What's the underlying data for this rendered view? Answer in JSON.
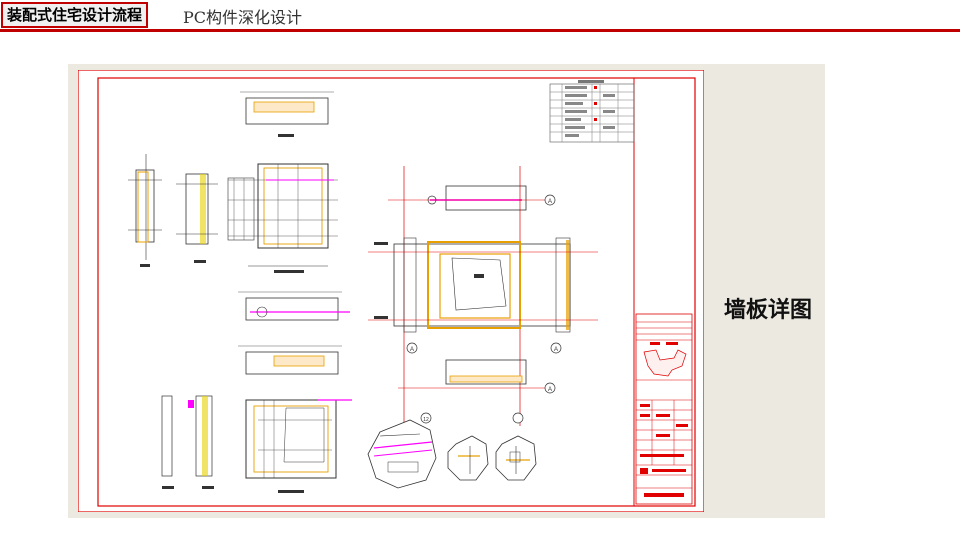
{
  "header": {
    "tab_label": "装配式住宅设计流程",
    "subtitle": "PC构件深化设计"
  },
  "main": {
    "drawing_label": "墙板详图"
  },
  "colors": {
    "accent": "#c00000",
    "panel_bg": "#ece9e1",
    "cad_red": "#e00000",
    "cad_orange": "#e8a000",
    "cad_magenta": "#ff00ff",
    "cad_yellow": "#e8d000"
  },
  "drawing": {
    "callout_letter": "A",
    "callout_number": "12"
  }
}
